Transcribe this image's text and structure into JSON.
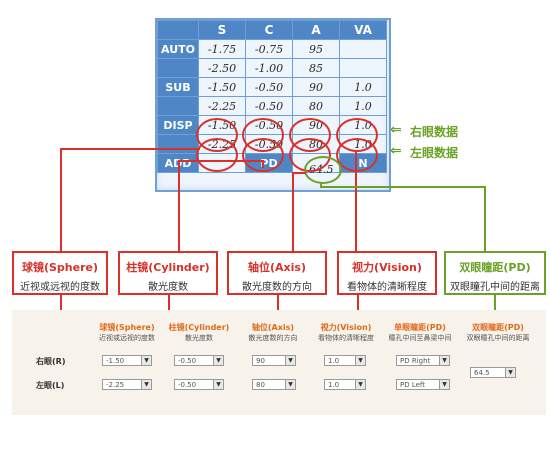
{
  "card": {
    "headers": [
      "",
      "S",
      "C",
      "A",
      "VA"
    ],
    "rows": [
      {
        "label": "AUTO",
        "cells": [
          "-1.75",
          "-0.75",
          "95",
          ""
        ]
      },
      {
        "label": "",
        "cells": [
          "-2.50",
          "-1.00",
          "85",
          ""
        ]
      },
      {
        "label": "SUB",
        "cells": [
          "-1.50",
          "-0.50",
          "90",
          "1.0"
        ]
      },
      {
        "label": "",
        "cells": [
          "-2.25",
          "-0.50",
          "80",
          "1.0"
        ]
      },
      {
        "label": "DISP",
        "cells": [
          "-1.50",
          "-0.50",
          "90",
          "1.0"
        ]
      },
      {
        "label": "",
        "cells": [
          "-2.25",
          "-0.50",
          "80",
          "1.0"
        ]
      },
      {
        "label": "ADD",
        "cells": [
          "",
          "PD",
          "",
          "N"
        ]
      }
    ],
    "pd_value": "64.5"
  },
  "side_labels": {
    "right_eye": "右眼数据",
    "left_eye": "左眼数据"
  },
  "boxes": {
    "sphere": {
      "title": "球镜(Sphere)",
      "desc": "近视或远视的度数"
    },
    "cylinder": {
      "title": "柱镜(Cylinder)",
      "desc": "散光度数"
    },
    "axis": {
      "title": "轴位(Axis)",
      "desc": "散光度数的方向"
    },
    "vision": {
      "title": "视力(Vision)",
      "desc": "看物体的清晰程度"
    },
    "pd": {
      "title": "双眼瞳距(PD)",
      "desc": "双眼瞳孔中间的距离"
    }
  },
  "form": {
    "headers": [
      {
        "title": "球镜(Sphere)",
        "desc": "近视或远视的度数"
      },
      {
        "title": "柱镜(Cylinder)",
        "desc": "散光度数"
      },
      {
        "title": "轴位(Axis)",
        "desc": "散光度数的方向"
      },
      {
        "title": "视力(Vision)",
        "desc": "看物体的清晰程度"
      },
      {
        "title": "单眼瞳距(PD)",
        "desc": "瞳孔中间至鼻梁中间"
      },
      {
        "title": "双眼瞳距(PD)",
        "desc": "双眼瞳孔中间的距离"
      }
    ],
    "right_label": "右眼(R)",
    "left_label": "左眼(L)",
    "right": {
      "sphere": "-1.50",
      "cylinder": "-0.50",
      "axis": "90",
      "vision": "1.0",
      "pd": "PD Right"
    },
    "left": {
      "sphere": "-2.25",
      "cylinder": "-0.50",
      "axis": "80",
      "vision": "1.0",
      "pd": "PD Left"
    },
    "binocular_pd": "64.5",
    "dropdown_glyph": "▼"
  },
  "colors": {
    "red": "#d9312a",
    "green": "#6aa126",
    "blue": "#4f86c6",
    "orange": "#e06a1a"
  }
}
